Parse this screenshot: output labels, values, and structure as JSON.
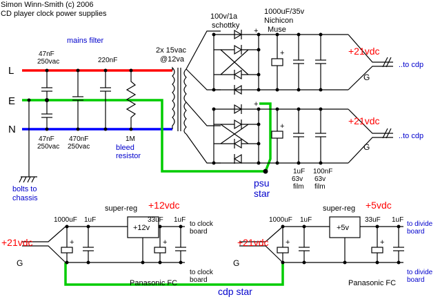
{
  "title": {
    "line1": "Simon Winn-Smith (c) 2006",
    "line2": "CD player clock power supplies"
  },
  "mains": {
    "filter_label": "mains filter",
    "line_L": "L",
    "line_E": "E",
    "line_N": "N",
    "cap_top_value": "47nF",
    "cap_top_rating": "250vac",
    "cap_bottom_value": "47nF",
    "cap_bottom_rating": "250vac",
    "x_cap_top": "220nF",
    "x_cap_bottom_value": "470nF",
    "x_cap_bottom_rating": "250vac",
    "bleed_value": "1M",
    "bleed_label_1": "bleed",
    "bleed_label_2": "resistor",
    "chassis_1": "bolts to",
    "chassis_2": "chassis"
  },
  "transformer": {
    "line1": "2x 15vac",
    "line2": "@12va"
  },
  "rectifier": {
    "diode_1": "100v/1a",
    "diode_2": "schottky",
    "cap_1": "1000uF/35v",
    "cap_2": "Nichicon",
    "cap_3": "Muse",
    "plus": "+",
    "out_1": "+21vdc",
    "out_2": "+21vdc",
    "ground": "G",
    "to_cdp": "..to cdp",
    "film_a_1": "1uF",
    "film_a_2": "63v",
    "film_a_3": "film",
    "film_b_1": "100nF",
    "film_b_2": "63v",
    "film_b_3": "film",
    "psu_star_1": "psu",
    "psu_star_2": "star"
  },
  "regulators": {
    "left": {
      "out_voltage": "+12vdc",
      "in_voltage": "+21vdc",
      "ground": "G",
      "c_in": "1000uF",
      "c_in2": "1uF",
      "chip": "super-reg",
      "chip_label": "+12v",
      "c_out": "33uF",
      "c_out2": "1uF",
      "to_top_1": "to clock",
      "to_top_2": "board",
      "to_bot_1": "to clock",
      "to_bot_2": "board",
      "fc": "Panasonic FC"
    },
    "right": {
      "out_voltage": "+5vdc",
      "in_voltage": "+21vdc",
      "ground": "G",
      "c_in": "1000uF",
      "c_in2": "1uF",
      "chip": "super-reg",
      "chip_label": "+5v",
      "c_out": "33uF",
      "c_out2": "1uF",
      "to_top_1": "to divide",
      "to_top_2": "board",
      "to_bot_1": "to divide",
      "to_bot_2": "board",
      "fc": "Panasonic FC"
    },
    "cdp_star": "cdp star"
  },
  "colors": {
    "live": "#ff0000",
    "neutral": "#0000ff",
    "earth": "#00cc00",
    "label_blue": "#0000cc",
    "voltage_red": "#ff0000"
  }
}
